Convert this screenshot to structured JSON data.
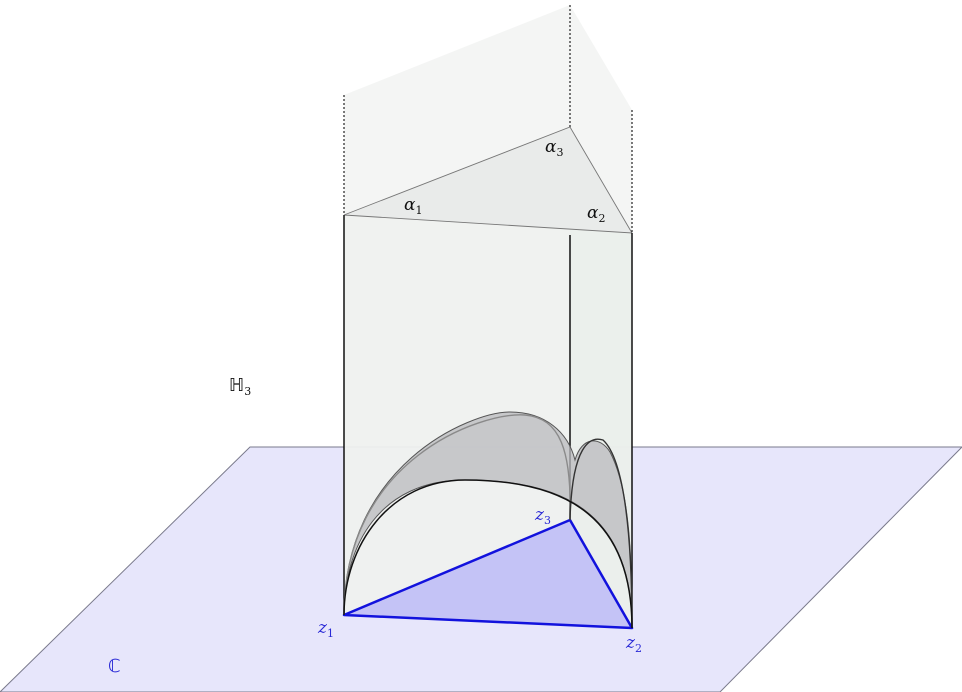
{
  "colors": {
    "plane_fill": "#e7e6fb",
    "plane_stroke": "#7a7a8c",
    "triangle_fill": "#c4c3f6",
    "triangle_stroke": "#1212dd",
    "wall_fill": "#eef1ef",
    "top_triangle_fill": "#e9ebea",
    "dome_fill": "#b9b9bd",
    "label_blue": "#2a2ad6",
    "label_black": "#111111"
  },
  "labels": {
    "h3": {
      "base": "ℍ",
      "sub": "3"
    },
    "complex_plane": {
      "base": "ℂ"
    },
    "alpha1": {
      "base": "α",
      "sub": "1"
    },
    "alpha2": {
      "base": "α",
      "sub": "2"
    },
    "alpha3": {
      "base": "α",
      "sub": "3"
    },
    "z1": {
      "base": "z",
      "sub": "1"
    },
    "z2": {
      "base": "z",
      "sub": "2"
    },
    "z3": {
      "base": "z",
      "sub": "3"
    }
  }
}
